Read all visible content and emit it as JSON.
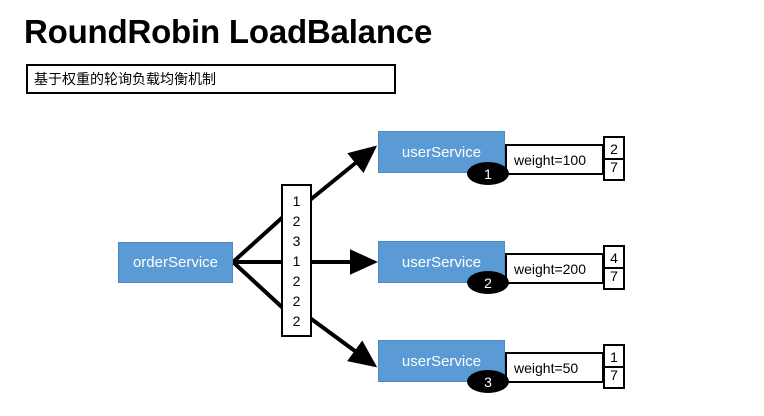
{
  "header": {
    "title": "RoundRobin LoadBalance",
    "subtitle": "基于权重的轮询负载均衡机制"
  },
  "diagram": {
    "source": {
      "label": "orderService"
    },
    "sequence_box": {
      "name": "weighted-sequence",
      "values": [
        "1",
        "2",
        "3",
        "1",
        "2",
        "2",
        "2"
      ]
    },
    "targets": [
      {
        "label": "userService",
        "index": "1",
        "weight_label": "weight=100",
        "ratio_numerator": "2",
        "ratio_denominator": "7"
      },
      {
        "label": "userService",
        "index": "2",
        "weight_label": "weight=200",
        "ratio_numerator": "4",
        "ratio_denominator": "7"
      },
      {
        "label": "userService",
        "index": "3",
        "weight_label": "weight=50",
        "ratio_numerator": "1",
        "ratio_denominator": "7"
      }
    ]
  },
  "colors": {
    "node_fill": "#5B9BD5",
    "node_text": "#FFFFFF",
    "badge_fill": "#000000",
    "stroke": "#000000",
    "background": "#FFFFFF"
  }
}
